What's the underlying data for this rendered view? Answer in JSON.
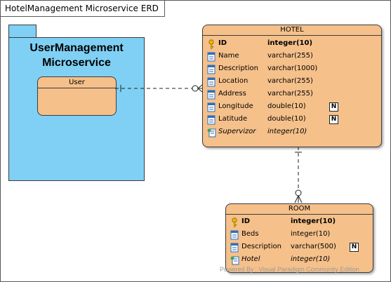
{
  "diagram": {
    "title": "HotelManagement Microservice ERD",
    "watermark": "Powered By : Visual Paradigm Community Edition"
  },
  "package": {
    "title_line1": "UserManagement",
    "title_line2": "Microservice",
    "entity_label": "User"
  },
  "hotel": {
    "title": "HOTEL",
    "columns": [
      {
        "name": "ID",
        "type": "integer(10)",
        "kind": "pk",
        "nullable": false
      },
      {
        "name": "Name",
        "type": "varchar(255)",
        "kind": "col",
        "nullable": false
      },
      {
        "name": "Description",
        "type": "varchar(1000)",
        "kind": "col",
        "nullable": false
      },
      {
        "name": "Location",
        "type": "varchar(255)",
        "kind": "col",
        "nullable": false
      },
      {
        "name": "Address",
        "type": "varchar(255)",
        "kind": "col",
        "nullable": false
      },
      {
        "name": "Longitude",
        "type": "double(10)",
        "kind": "col",
        "nullable": true,
        "null_marker": "N"
      },
      {
        "name": "Latitude",
        "type": "double(10)",
        "kind": "col",
        "nullable": true,
        "null_marker": "N"
      },
      {
        "name": "Supervizor",
        "type": "integer(10)",
        "kind": "fk",
        "nullable": false
      }
    ]
  },
  "room": {
    "title": "ROOM",
    "columns": [
      {
        "name": "ID",
        "type": "integer(10)",
        "kind": "pk",
        "nullable": false
      },
      {
        "name": "Beds",
        "type": "integer(10)",
        "kind": "col",
        "nullable": false
      },
      {
        "name": "Description",
        "type": "varchar(500)",
        "kind": "col",
        "nullable": true,
        "null_marker": "N"
      },
      {
        "name": "Hotel",
        "type": "integer(10)",
        "kind": "fk",
        "nullable": false
      }
    ]
  },
  "colors": {
    "entity_fill": "#f5c08a",
    "package_fill": "#7fd0f4",
    "key_icon": "#e8b800",
    "column_icon": "#2a6ebd"
  },
  "icons": {
    "pk": "key-icon",
    "col": "column-icon",
    "fk": "foreign-key-icon",
    "null": "nullable-icon"
  }
}
